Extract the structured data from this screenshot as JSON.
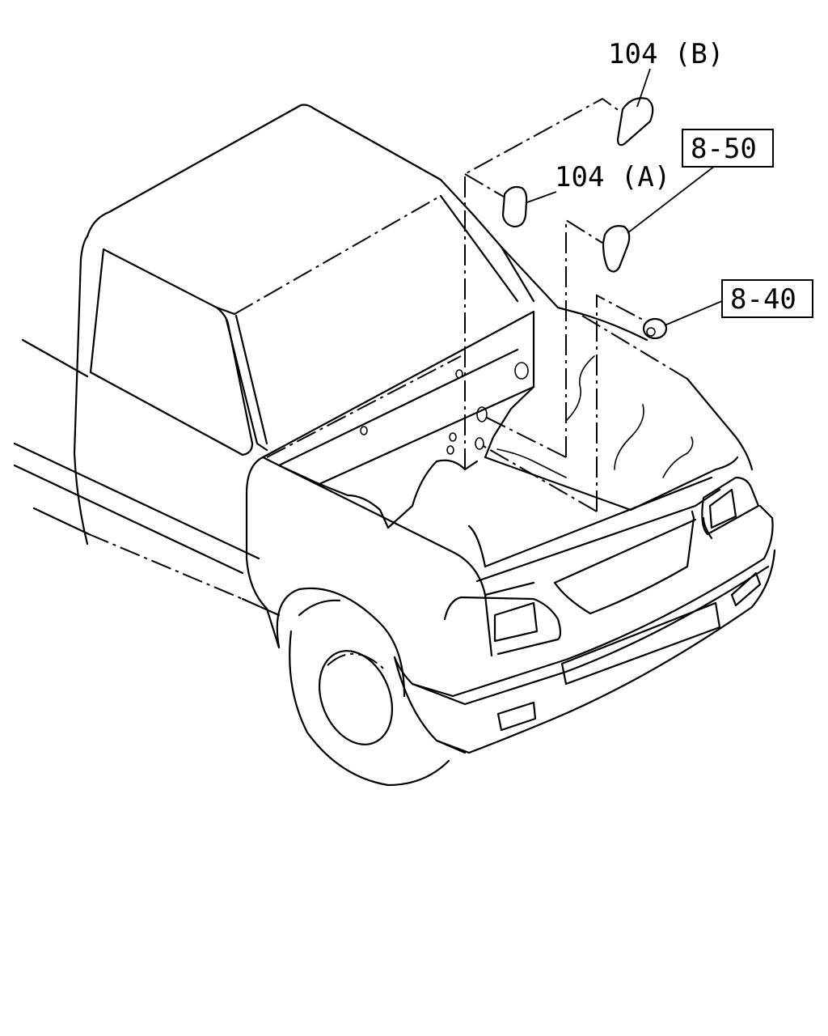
{
  "callouts": {
    "part_104b": "104 (B)",
    "part_104a": "104 (A)",
    "ref_850": "8-50",
    "ref_840": "8-40"
  }
}
